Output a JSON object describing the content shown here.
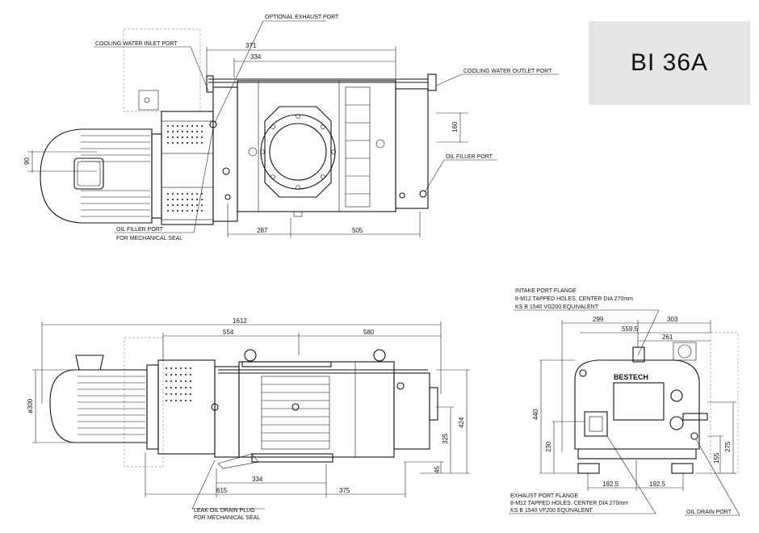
{
  "model": "BI 36A",
  "callouts": {
    "optional_exhaust_port": "OPTIONAL EXHAUST PORT",
    "cooling_water_inlet_port": "COOLING WATER INLET PORT",
    "cooling_water_outlet_port": "COOLING WATER OUTLET PORT",
    "oil_filler_port": "OIL FILLER PORT",
    "oil_filler_port_mech_1": "OIL FILLER PORT",
    "oil_filler_port_mech_2": "FOR MECHANICAL SEAL",
    "leak_oil_drain_1": "LEAK OIL DRAIN PLUG",
    "leak_oil_drain_2": "FOR MECHANICAL SEAL",
    "intake_flange_1": "INTAKE PORT FLANGE",
    "intake_flange_2": "8-M12 TAPPED HOLES, CENTER DIA 270mm",
    "intake_flange_3": "KS B 1540 VG200 EQUIVALENT",
    "exhaust_flange_1": "EXHAUST PORT FLANGE",
    "exhaust_flange_2": "8-M12 TAPPED HOLES, CENTER DIA 270mm",
    "exhaust_flange_3": "KS B 1540 VF200 EQUIVALENT",
    "oil_drain_port": "OIL DRAIN PORT",
    "brand": "BESTECH"
  },
  "dimensions": {
    "top_371": "371",
    "top_334": "334",
    "top_160": "160",
    "top_90": "90",
    "top_287": "287",
    "top_505": "505",
    "side_1612": "1612",
    "side_554": "554",
    "side_580": "580",
    "side_phi300": "ø300",
    "side_424": "424",
    "side_325": "325",
    "side_45": "45",
    "side_615": "615",
    "side_334": "334",
    "side_375": "375",
    "end_299": "299",
    "end_303": "303",
    "end_5595": "559.5",
    "end_261": "261",
    "end_440": "440",
    "end_230": "230",
    "end_275": "275",
    "end_155": "155",
    "end_1925a": "192.5",
    "end_1925b": "192.5"
  }
}
